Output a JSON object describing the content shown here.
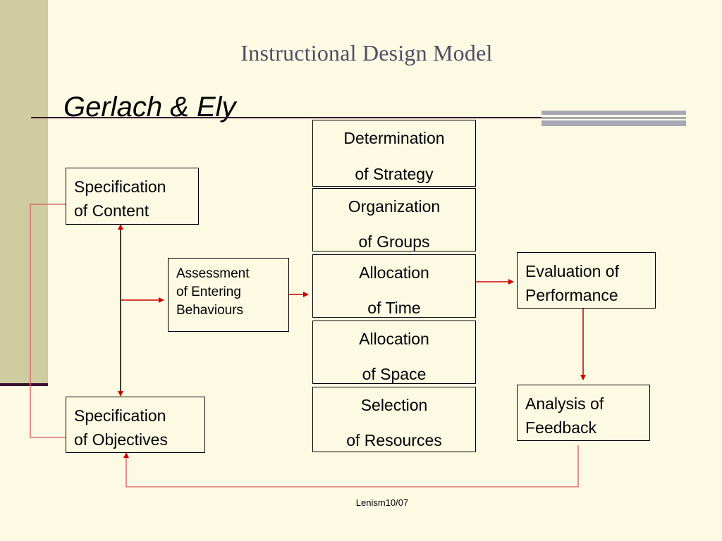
{
  "slide": {
    "title": "Instructional Design Model",
    "subtitle": "Gerlach & Ely",
    "footer": "Lenism10/07"
  },
  "boxes": {
    "content": {
      "line1": "Specification",
      "line2": "of Content"
    },
    "objectives": {
      "line1": "Specification",
      "line2": "of Objectives"
    },
    "assessment": {
      "line1": "Assessment",
      "line2": "of Entering",
      "line3": "Behaviours"
    },
    "evaluation": {
      "line1": "Evaluation of",
      "line2": "Performance"
    },
    "feedback": {
      "line1": "Analysis of",
      "line2": "Feedback"
    }
  },
  "strategy_stack": [
    {
      "line1": "Determination",
      "line2": "of Strategy"
    },
    {
      "line1": "Organization",
      "line2": "of Groups"
    },
    {
      "line1": "Allocation",
      "line2": "of Time"
    },
    {
      "line1": "Allocation",
      "line2": "of Space"
    },
    {
      "line1": "Selection",
      "line2": "of Resources"
    }
  ],
  "colors": {
    "arrow": "#cc0000",
    "feedback_loop": "#d96b6b",
    "title": "#4e4e66",
    "background": "#fdfae4"
  }
}
